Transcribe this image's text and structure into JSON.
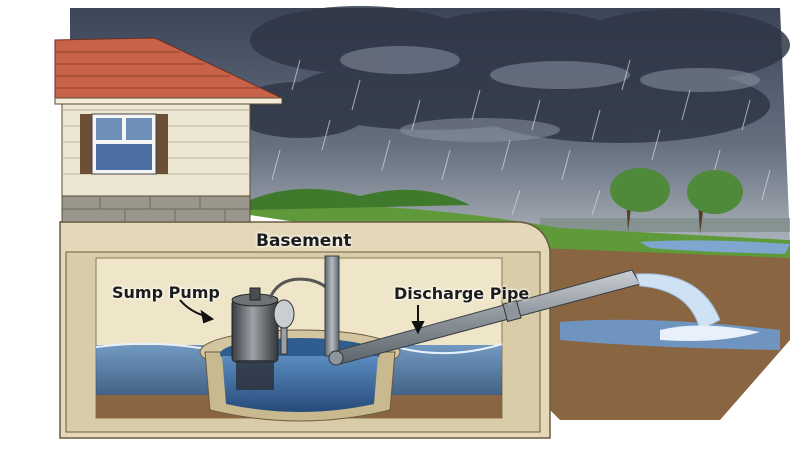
{
  "diagram": {
    "title": "Sump pump discharging rainwater away from house basement",
    "labels": {
      "basement": "Basement",
      "sump_pump": "Sump Pump",
      "discharge_pipe": "Discharge Pipe"
    },
    "components": [
      "house",
      "roof",
      "window",
      "storm-clouds",
      "rain",
      "trees",
      "ground",
      "basement",
      "sump-pit",
      "sump-pump",
      "float-switch",
      "vertical-pipe",
      "discharge-pipe",
      "water-outflow",
      "puddle"
    ],
    "colors": {
      "sky": "#4a5466",
      "roof": "#c8634a",
      "siding": "#ece6d2",
      "shutter": "#6b5035",
      "grass": "#5e9a3a",
      "soil": "#8a6541",
      "basement_wall": "#e4d8b8",
      "water": "#3f6ea3",
      "pipe": "#9aa0a6"
    }
  }
}
